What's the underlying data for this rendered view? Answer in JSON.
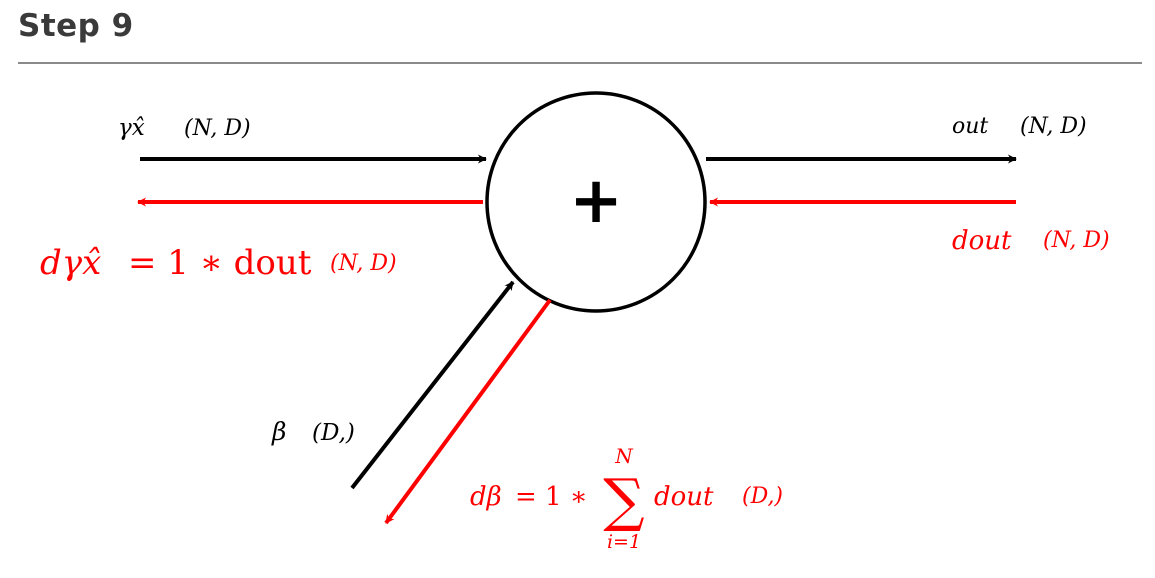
{
  "heading": "Step 9",
  "colors": {
    "forward": "#000000",
    "backward": "#ff0000",
    "rule": "#8a8a8a",
    "heading": "#3a3a3a"
  },
  "node": {
    "symbol": "+"
  },
  "inputs": {
    "gamma_x": {
      "var": "γx̂",
      "shape": "(N, D)"
    },
    "beta": {
      "var": "β",
      "shape": "(D,)"
    }
  },
  "output": {
    "var": "out",
    "shape": "(N, D)"
  },
  "upstream": {
    "var": "dout",
    "shape": "(N, D)"
  },
  "grad_gamma_x": {
    "lhs": "dγx̂",
    "eq": "= 1 ∗ dout",
    "shape": "(N, D)"
  },
  "grad_beta": {
    "lhs": "dβ",
    "eq": "= 1 ∗",
    "sum": "∑",
    "upper": "N",
    "lower": "i=1",
    "term": "dout",
    "shape": "(D,)"
  }
}
